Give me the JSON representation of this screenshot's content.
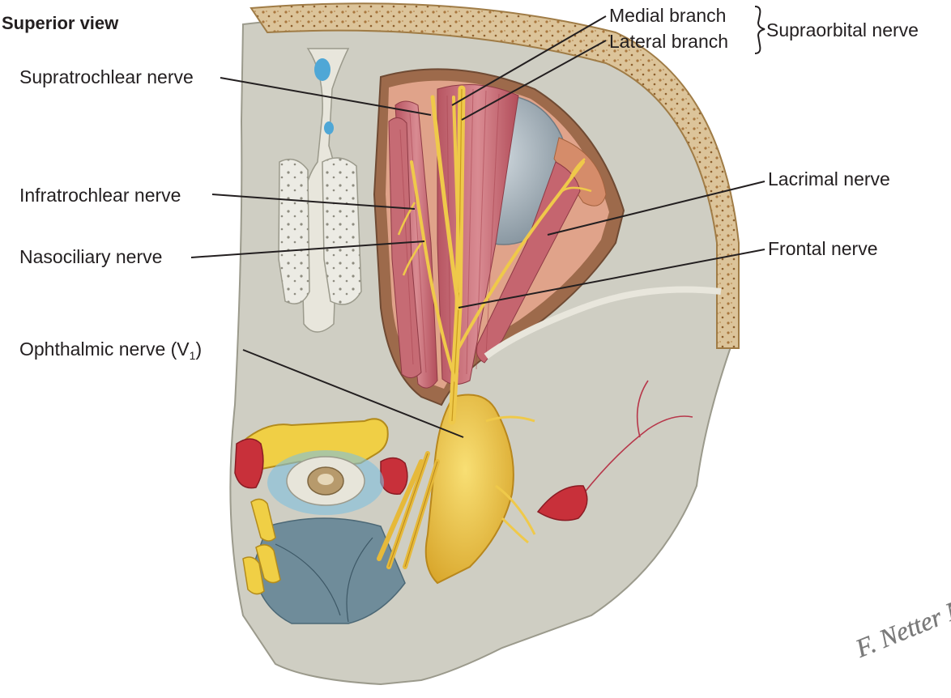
{
  "title": "Superior view",
  "labels": {
    "medial_branch": "Medial branch",
    "lateral_branch": "Lateral branch",
    "supraorbital_nerve": "Supraorbital nerve",
    "supratrochlear_nerve": "Supratrochlear nerve",
    "infratrochlear_nerve": "Infratrochlear nerve",
    "nasociliary_nerve": "Nasociliary nerve",
    "lacrimal_nerve": "Lacrimal nerve",
    "frontal_nerve": "Frontal nerve",
    "ophthalmic_nerve_text": "Ophthalmic nerve (V",
    "ophthalmic_nerve_subscript": "1",
    "ophthalmic_nerve_close": ")"
  },
  "signature": "F. Netter M.D.",
  "colors": {
    "bone": "#e9dfc2",
    "bone_dark": "#c9a774",
    "marrow": "#a9773e",
    "fossa": "#cfcec3",
    "muscle": "#c9707a",
    "muscle_dark": "#9c3f4a",
    "nerve": "#efc94a",
    "nerve_dark": "#c99a1e",
    "globe": "#9aa7b0",
    "csf": "#4fa7d6",
    "leader": "#231f20"
  }
}
